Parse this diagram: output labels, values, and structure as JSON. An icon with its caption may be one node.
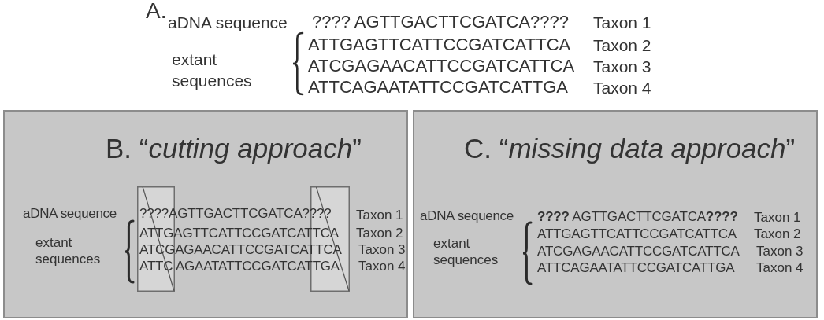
{
  "diagram": {
    "nodes": [
      {
        "text": [
          "B. “*cutting approach*”",
          "aDNA sequence",
          "????AGTTGACTTCGATCA????",
          "Taxon 1",
          "extant sequences",
          "ATTGAGTTCATTCCGATCATTCA",
          "Taxon 2",
          "ATCGAGAACATTCCGATCATTCA",
          "Taxon 3",
          "ATTC AGAATATTCCGATCATTGA",
          "Taxon 4"
        ]
      },
      {
        "text": [
          "C. “*missing data approach*”",
          "aDNA sequence",
          "**????** AGTTGACTTCGATCA**????**",
          "Taxon 1",
          "extant sequences",
          "ATTGAGTTCATTCCGATCATTCA",
          "Taxon 2",
          "ATCGAGAACATTCCGATCATTCA",
          "Taxon 3",
          "ATTCAGAATATTCCGATCATTGA",
          "Taxon 4"
        ]
      }
    ],
    "labels": [
      "A.",
      "aDNA sequence",
      "???? AGTTGACTTCGATCA????",
      "Taxon 1",
      "extant sequences",
      "ATTGAGTTCATTCCGATCATTCA",
      "Taxon 2",
      "ATCGAGAACATTCCGATCATTCA",
      "Taxon 3",
      "ATTCAGAATATTCCGATCATTGA",
      "Taxon 4"
    ]
  }
}
